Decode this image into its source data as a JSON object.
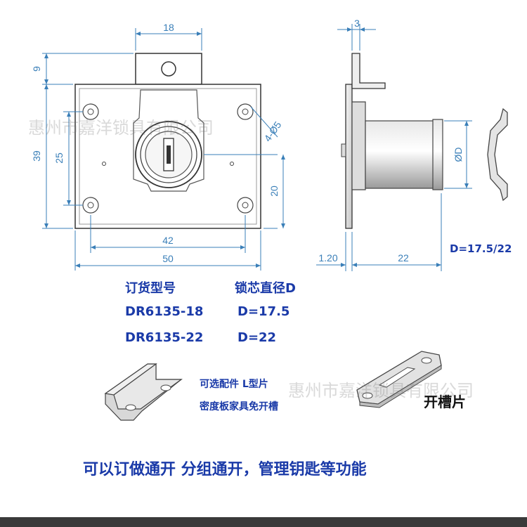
{
  "dimensions": {
    "top_width": "18",
    "top_height": "9",
    "plate_height": "39",
    "hole_spacing_v": "25",
    "hole_spec": "4-Ø5",
    "body_offset": "20",
    "hole_spacing_h": "42",
    "plate_width": "50",
    "plate_thickness": "3",
    "cylinder_diameter": "ØD",
    "flange_thickness": "1.20",
    "cylinder_length": "22"
  },
  "d_values": "D=17.5/22",
  "spec_table": {
    "headers": [
      "订货型号",
      "锁芯直径D"
    ],
    "rows": [
      [
        "DR6135-18",
        "D=17.5"
      ],
      [
        "DR6135-22",
        "D=22"
      ]
    ]
  },
  "accessory_l": {
    "line1": "可选配件 L型片",
    "line2": "密度板家具免开槽"
  },
  "slot_plate_label": "开槽片",
  "bottom_text": "可以订做通开   分组通开，管理钥匙等功能",
  "watermark": "惠州市嘉洋锁具有限公司",
  "colors": {
    "dimension": "#3a7fb8",
    "text": "#1a3aa8",
    "bottom_bar": "#3a3a3a"
  }
}
